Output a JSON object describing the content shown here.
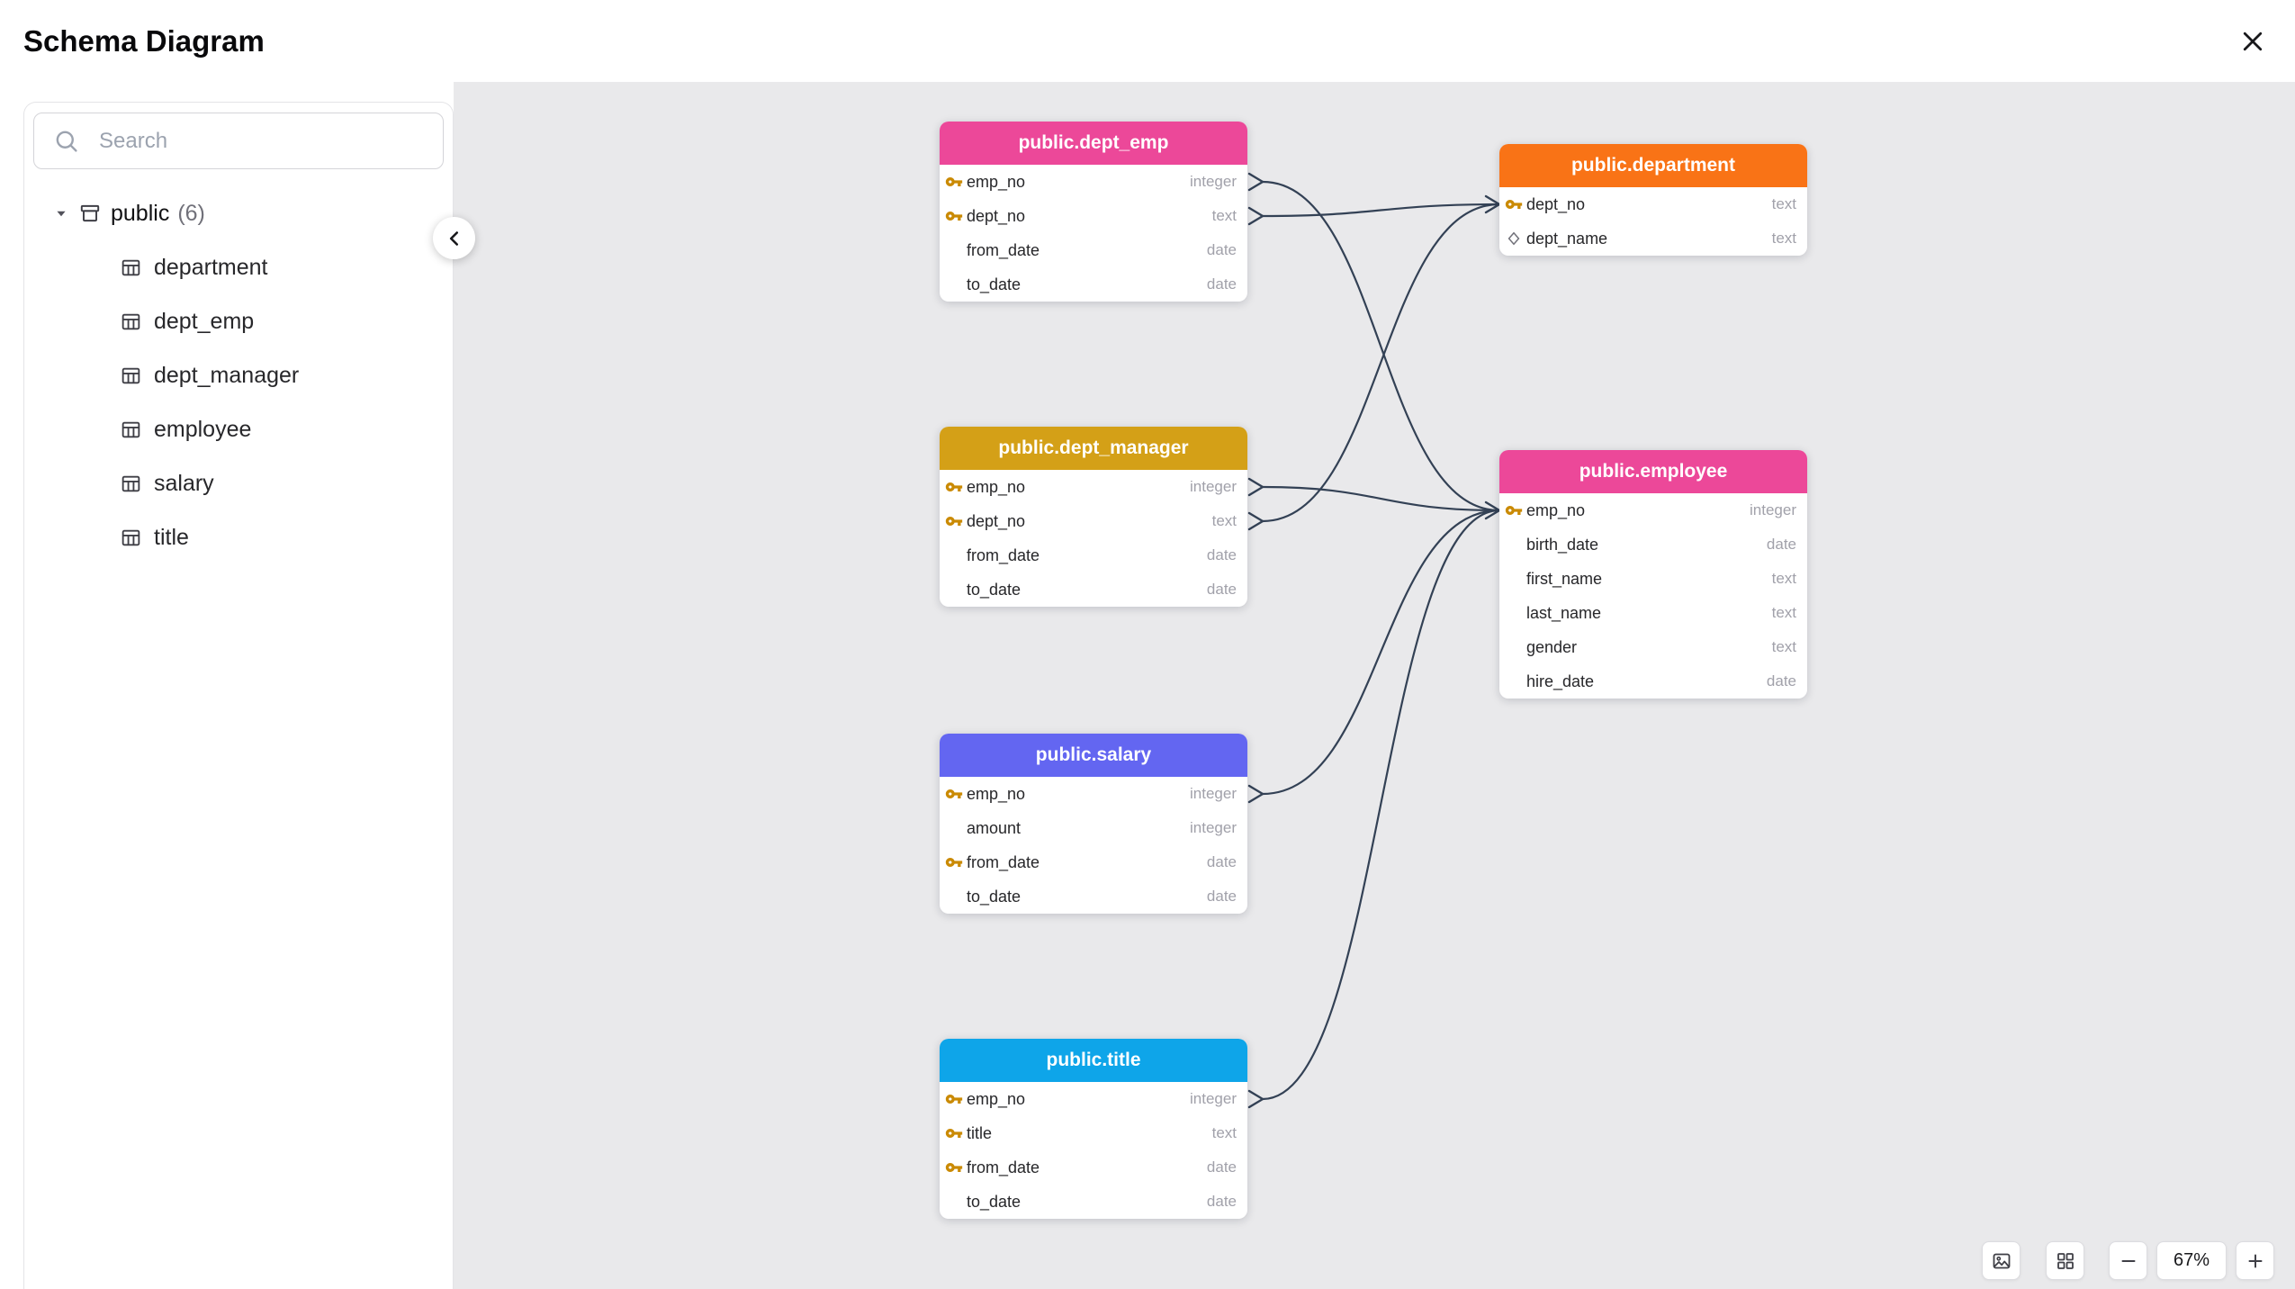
{
  "header": {
    "title": "Schema Diagram"
  },
  "colors": {
    "canvas_bg": "#e9e9eb",
    "edge": "#334155",
    "key_icon": "#ca8a04"
  },
  "icons": {
    "close": "close-icon",
    "search": "search-icon",
    "schema_caret": "caret-down-icon",
    "schema": "schema-icon",
    "table": "table-icon",
    "sidebar_collapse": "chevron-left-icon",
    "primary_key": "key-icon",
    "unique": "diamond-icon",
    "export_image": "image-icon",
    "auto_layout": "grid-icon",
    "zoom_out": "minus-icon",
    "zoom_in": "plus-icon"
  },
  "sidebar": {
    "search_placeholder": "Search",
    "schema_label": "public",
    "schema_count": "(6)",
    "items": [
      {
        "label": "department"
      },
      {
        "label": "dept_emp"
      },
      {
        "label": "dept_manager"
      },
      {
        "label": "employee"
      },
      {
        "label": "salary"
      },
      {
        "label": "title"
      }
    ]
  },
  "canvas": {
    "nodes": [
      {
        "title": "public.dept_emp",
        "color": "#ec4899",
        "rows": [
          {
            "name": "emp_no",
            "type": "integer",
            "icon": "key-icon"
          },
          {
            "name": "dept_no",
            "type": "text",
            "icon": "key-icon"
          },
          {
            "name": "from_date",
            "type": "date",
            "icon": null
          },
          {
            "name": "to_date",
            "type": "date",
            "icon": null
          }
        ]
      },
      {
        "title": "public.department",
        "color": "#f97316",
        "rows": [
          {
            "name": "dept_no",
            "type": "text",
            "icon": "key-icon"
          },
          {
            "name": "dept_name",
            "type": "text",
            "icon": "diamond-icon"
          }
        ]
      },
      {
        "title": "public.dept_manager",
        "color": "#d4a017",
        "rows": [
          {
            "name": "emp_no",
            "type": "integer",
            "icon": "key-icon"
          },
          {
            "name": "dept_no",
            "type": "text",
            "icon": "key-icon"
          },
          {
            "name": "from_date",
            "type": "date",
            "icon": null
          },
          {
            "name": "to_date",
            "type": "date",
            "icon": null
          }
        ]
      },
      {
        "title": "public.employee",
        "color": "#ec4899",
        "rows": [
          {
            "name": "emp_no",
            "type": "integer",
            "icon": "key-icon"
          },
          {
            "name": "birth_date",
            "type": "date",
            "icon": null
          },
          {
            "name": "first_name",
            "type": "text",
            "icon": null
          },
          {
            "name": "last_name",
            "type": "text",
            "icon": null
          },
          {
            "name": "gender",
            "type": "text",
            "icon": null
          },
          {
            "name": "hire_date",
            "type": "date",
            "icon": null
          }
        ]
      },
      {
        "title": "public.salary",
        "color": "#6366f1",
        "rows": [
          {
            "name": "emp_no",
            "type": "integer",
            "icon": "key-icon"
          },
          {
            "name": "amount",
            "type": "integer",
            "icon": null
          },
          {
            "name": "from_date",
            "type": "date",
            "icon": "key-icon"
          },
          {
            "name": "to_date",
            "type": "date",
            "icon": null
          }
        ]
      },
      {
        "title": "public.title",
        "color": "#0ea5e9",
        "rows": [
          {
            "name": "emp_no",
            "type": "integer",
            "icon": "key-icon"
          },
          {
            "name": "title",
            "type": "text",
            "icon": "key-icon"
          },
          {
            "name": "from_date",
            "type": "date",
            "icon": "key-icon"
          },
          {
            "name": "to_date",
            "type": "date",
            "icon": null
          }
        ]
      }
    ],
    "edges": [
      {
        "from": "public.dept_emp.emp_no",
        "to": "public.employee.emp_no"
      },
      {
        "from": "public.dept_emp.dept_no",
        "to": "public.department.dept_no"
      },
      {
        "from": "public.dept_manager.emp_no",
        "to": "public.employee.emp_no"
      },
      {
        "from": "public.dept_manager.dept_no",
        "to": "public.department.dept_no"
      },
      {
        "from": "public.salary.emp_no",
        "to": "public.employee.emp_no"
      },
      {
        "from": "public.title.emp_no",
        "to": "public.employee.emp_no"
      }
    ]
  },
  "controls": {
    "zoom_level": "67%"
  }
}
